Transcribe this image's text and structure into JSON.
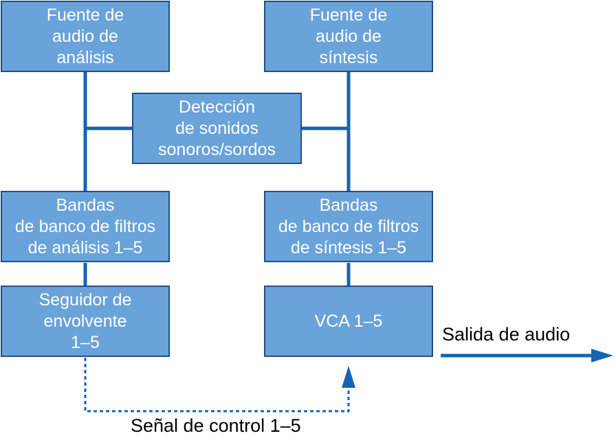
{
  "diagram": {
    "analysis_source": {
      "lines": [
        "Fuente de",
        "audio de",
        "análisis"
      ]
    },
    "synthesis_source": {
      "lines": [
        "Fuente de",
        "audio de",
        "síntesis"
      ]
    },
    "voiced_detection": {
      "lines": [
        "Detección",
        "de sonidos",
        "sonoros/sordos"
      ]
    },
    "analysis_filter_bank": {
      "lines": [
        "Bandas",
        "de banco de filtros",
        "de análisis 1–5"
      ]
    },
    "synthesis_filter_bank": {
      "lines": [
        "Bandas",
        "de banco de filtros",
        "de síntesis 1–5"
      ]
    },
    "envelope_follower": {
      "lines": [
        "Seguidor de",
        "envolvente",
        "1–5"
      ]
    },
    "vca": {
      "lines": [
        "VCA 1–5"
      ]
    },
    "audio_output_label": "Salida de audio",
    "control_signal_label": "Señal de control 1–5"
  },
  "colors": {
    "box_fill": "#6aa2da",
    "box_border": "#1f4e85",
    "connector": "#1464b4",
    "box_text": "#ffffff",
    "label_text": "#000000"
  }
}
